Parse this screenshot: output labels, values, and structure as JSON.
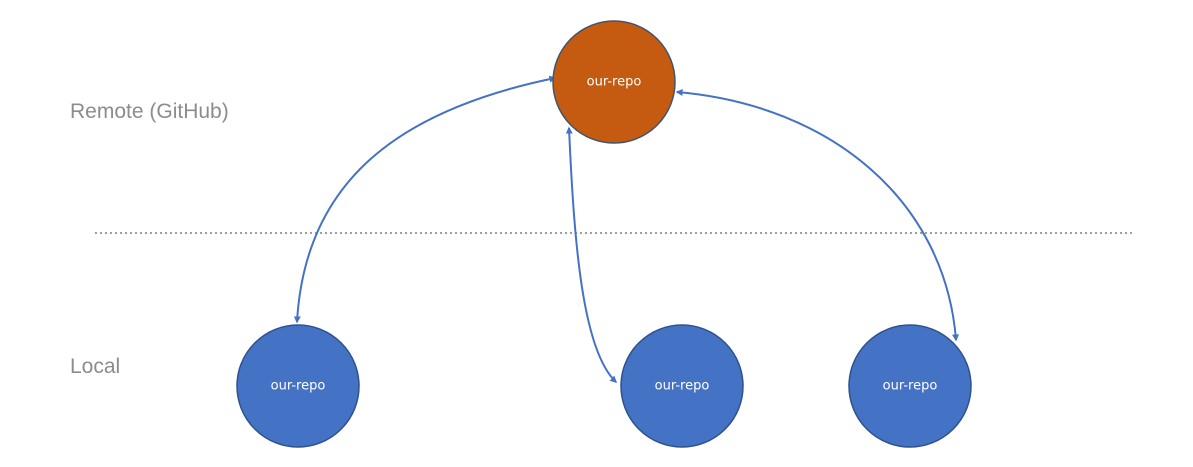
{
  "zones": {
    "remote_label": "Remote (GitHub)",
    "local_label": "Local"
  },
  "nodes": {
    "remote": {
      "label": "our-repo",
      "fill": "#C55A11",
      "stroke": "#44546A"
    },
    "local": [
      {
        "label": "our-repo",
        "fill": "#4472C4",
        "stroke": "#2F528F"
      },
      {
        "label": "our-repo",
        "fill": "#4472C4",
        "stroke": "#2F528F"
      },
      {
        "label": "our-repo",
        "fill": "#4472C4",
        "stroke": "#2F528F"
      }
    ]
  },
  "colors": {
    "arrow": "#4472C4",
    "separator": "#7f7f7f",
    "zone_text": "#8c8c8c"
  }
}
